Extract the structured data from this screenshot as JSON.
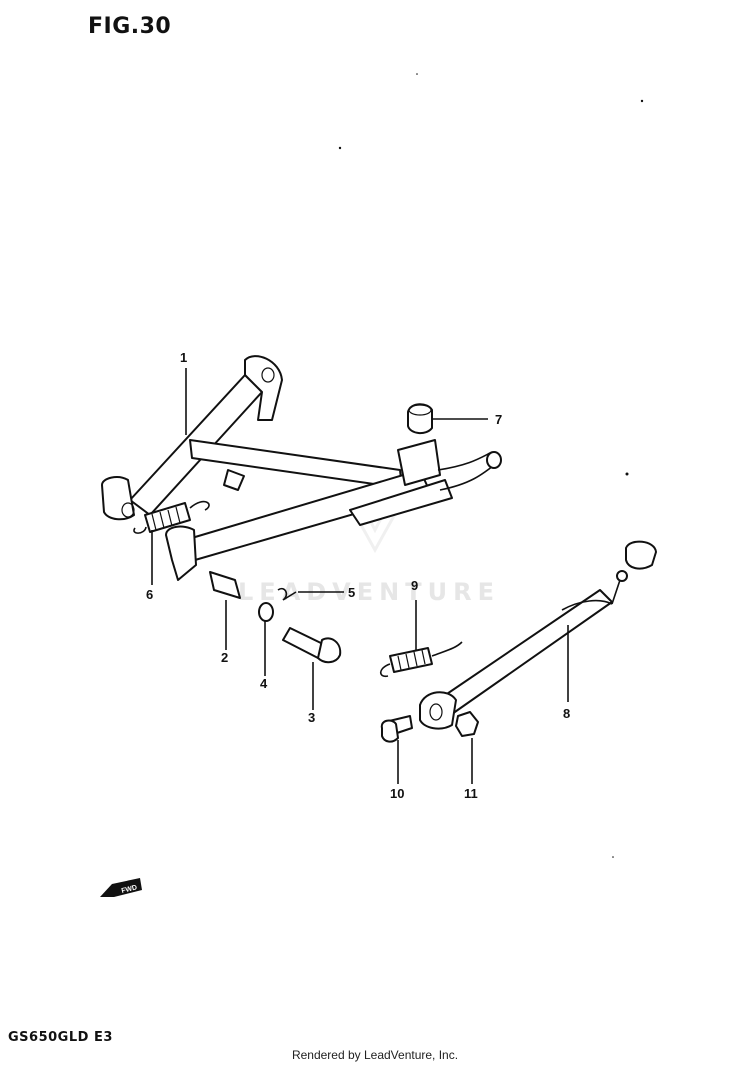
{
  "figure": {
    "title": "FIG.30",
    "model_code": "GS650GLD E3",
    "footer": "Rendered by LeadVenture, Inc.",
    "watermark": "LEADVENTURE",
    "fwd_label": "FWD"
  },
  "callouts": [
    {
      "id": "1",
      "label": "1"
    },
    {
      "id": "2",
      "label": "2"
    },
    {
      "id": "3",
      "label": "3"
    },
    {
      "id": "4",
      "label": "4"
    },
    {
      "id": "5",
      "label": "5"
    },
    {
      "id": "6",
      "label": "6"
    },
    {
      "id": "7",
      "label": "7"
    },
    {
      "id": "8",
      "label": "8"
    },
    {
      "id": "9",
      "label": "9"
    },
    {
      "id": "10",
      "label": "10"
    },
    {
      "id": "11",
      "label": "11"
    }
  ],
  "icons": {
    "fwd_arrow": "fwd-arrow-icon",
    "watermark_logo": "leadventure-logo-icon"
  }
}
